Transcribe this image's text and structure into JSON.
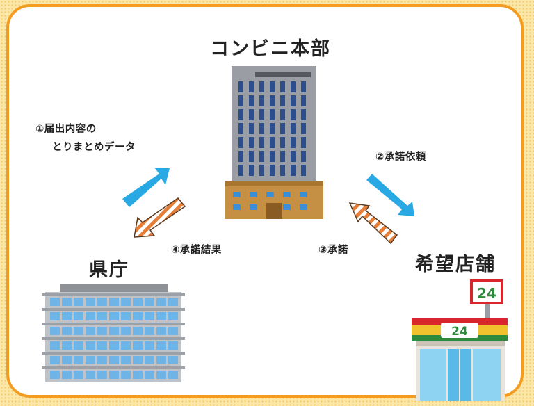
{
  "nodes": {
    "headquarters": {
      "label": "コンビニ本部"
    },
    "prefecture": {
      "label": "県庁"
    },
    "store": {
      "label": "希望店舗",
      "sign_number": "24"
    }
  },
  "steps": [
    {
      "label_line1": "①届出内容の",
      "label_line2": "とりまとめデータ"
    },
    {
      "label": "②承諾依頼"
    },
    {
      "label": "③承諾"
    },
    {
      "label": "④承諾結果"
    }
  ],
  "colors": {
    "frame": "#f39c1f",
    "background": "#fbe7a8",
    "request_arrow": "#29a9e3",
    "response_arrow_stripe": "#e67e38"
  }
}
